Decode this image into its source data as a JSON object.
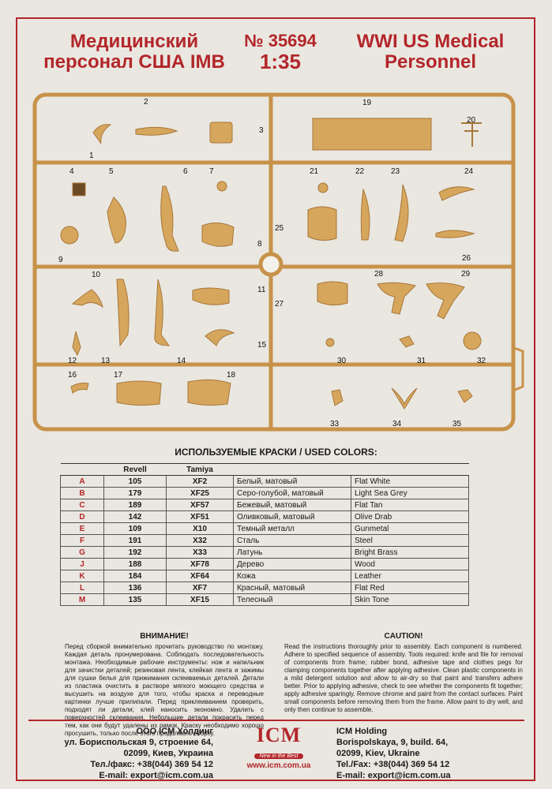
{
  "header": {
    "title_ru": "Медицинский персонал США IMB",
    "kit_number": "№ 35694",
    "scale": "1:35",
    "title_en": "WWI US Medical Personnel"
  },
  "sprue_labels": [
    "1",
    "2",
    "3",
    "4",
    "5",
    "6",
    "7",
    "8",
    "9",
    "10",
    "11",
    "12",
    "13",
    "14",
    "15",
    "16",
    "17",
    "18",
    "19",
    "20",
    "21",
    "22",
    "23",
    "24",
    "25",
    "26",
    "27",
    "28",
    "29",
    "30",
    "31",
    "32",
    "33",
    "34",
    "35"
  ],
  "colors": {
    "title": "ИСПОЛЬЗУЕМЫЕ КРАСКИ / USED COLORS:",
    "headers": [
      "",
      "Revell",
      "Tamiya",
      "",
      ""
    ],
    "rows": [
      {
        "code": "A",
        "revell": "105",
        "tamiya": "XF2",
        "ru": "Белый, матовый",
        "en": "Flat White"
      },
      {
        "code": "B",
        "revell": "179",
        "tamiya": "XF25",
        "ru": "Серо-голубой, матовый",
        "en": "Light Sea Grey"
      },
      {
        "code": "C",
        "revell": "189",
        "tamiya": "XF57",
        "ru": "Бежевый, матовый",
        "en": "Flat Tan"
      },
      {
        "code": "D",
        "revell": "142",
        "tamiya": "XF51",
        "ru": "Оливковый, матовый",
        "en": "Olive Drab"
      },
      {
        "code": "E",
        "revell": "109",
        "tamiya": "X10",
        "ru": "Темный металл",
        "en": "Gunmetal"
      },
      {
        "code": "F",
        "revell": "191",
        "tamiya": "X32",
        "ru": "Сталь",
        "en": "Steel"
      },
      {
        "code": "G",
        "revell": "192",
        "tamiya": "X33",
        "ru": "Латунь",
        "en": "Bright Brass"
      },
      {
        "code": "J",
        "revell": "188",
        "tamiya": "XF78",
        "ru": "Дерево",
        "en": "Wood"
      },
      {
        "code": "K",
        "revell": "184",
        "tamiya": "XF64",
        "ru": "Кожа",
        "en": "Leather"
      },
      {
        "code": "L",
        "revell": "136",
        "tamiya": "XF7",
        "ru": "Красный, матовый",
        "en": "Flat Red"
      },
      {
        "code": "M",
        "revell": "135",
        "tamiya": "XF15",
        "ru": "Телесный",
        "en": "Skin Tone"
      }
    ]
  },
  "warning_ru": {
    "title": "ВНИМАНИЕ!",
    "text": "Перед сборкой внимательно прочитать руководство по монтажу. Каждая деталь пронумерована. Соблюдать последовательность монтажа. Необходимые рабочие инструменты: нож и напильник для зачистки деталей; резиновая лента, клейкая лента и зажимы для сушки белья для прижимания склеиваемых деталей. Детали из пластика очистить в растворе мягкого моющего средства и высушить на воздухе для того, чтобы краска и переводные картинки лучше прилипали. Перед приклеиванием проверить, подходят ли детали; клей наносить экономно. Удалить с поверхностей склеивания. Небольшие детали покрасить перед тем, как они будут удалены из рамок. Краску необходимо хорошо просушить, только после этого продолжать сборку."
  },
  "warning_en": {
    "title": "CAUTION!",
    "text": "Read the instructions thoroughly prior to assembly. Each component is numbered. Adhere to specified sequence of assembly. Tools required: knife and file for removal of components from frame; rubber bond, adhesive tape and clothes pegs for clamping components together after applying adhesive. Clean plastic components in a mild detergent solution and allow to air-dry so that paint and transfers adhere better. Prior to applying adhesive, check to see whether the components fit together; apply adhesive sparingly. Remove chrome and paint from the contact surfaces. Paint small components before removing them from the frame. Allow paint to dry well, and only then continue to assemble."
  },
  "footer": {
    "ru_company": "ООО ICM Холдинг",
    "ru_street": "ул. Бориспольская 9, строение 64,",
    "ru_city": "02099, Киев, Украина",
    "ru_tel": "Тел./факс: +38(044) 369 54 12",
    "ru_email": "E-mail: export@icm.com.ua",
    "logo": "ICM",
    "slogan": "New in the Best",
    "url": "www.icm.com.ua",
    "en_company": "ICM Holding",
    "en_street": "Borispolskaya, 9, build. 64,",
    "en_city": "02099, Kiev, Ukraine",
    "en_tel": "Tel./Fax: +38(044) 369 54 12",
    "en_email": "E-mail: export@icm.com.ua",
    "accent": "#b3262a",
    "sprue_color": "#d6a65c"
  }
}
